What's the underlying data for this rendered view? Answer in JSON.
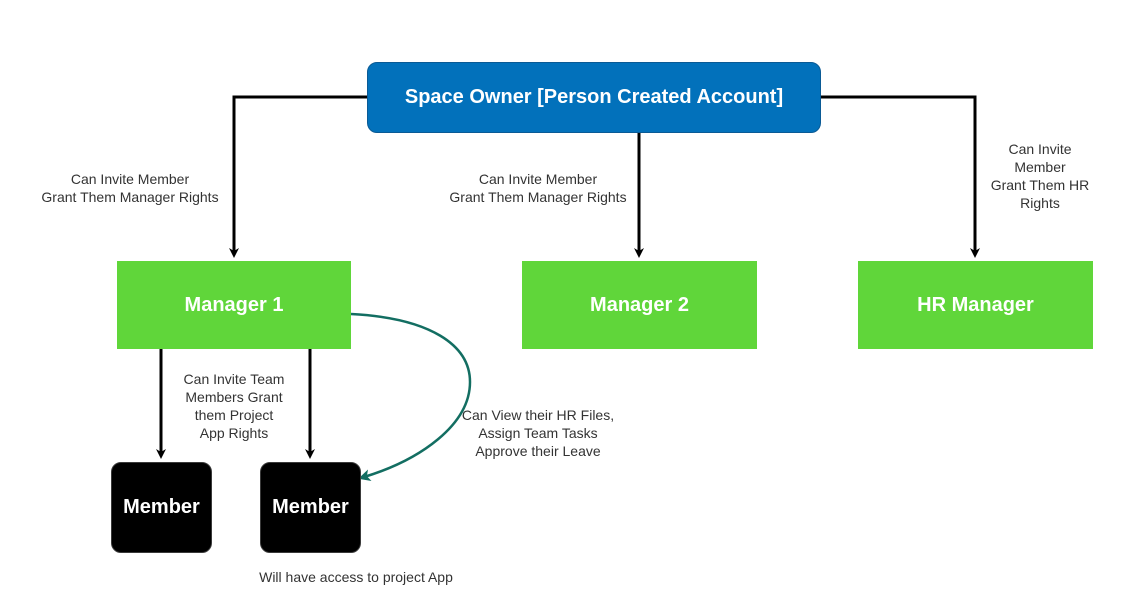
{
  "colors": {
    "owner_fill": "#0271bb",
    "manager_fill": "#60d63a",
    "member_fill": "#000000",
    "edge": "#000000",
    "curved_edge": "#136e62"
  },
  "nodes": {
    "owner": "Space Owner [Person Created Account]",
    "manager1": "Manager 1",
    "manager2": "Manager 2",
    "hr_manager": "HR Manager",
    "member1": "Member",
    "member2": "Member"
  },
  "edge_labels": {
    "owner_to_manager1": "Can Invite Member\nGrant Them Manager Rights",
    "owner_to_manager2": "Can Invite Member\nGrant Them Manager Rights",
    "owner_to_hr": "Can Invite\nMember\nGrant Them HR\nRights",
    "manager1_to_members": "Can Invite Team\nMembers Grant\nthem Project\nApp Rights",
    "manager1_view": "Can View their HR Files,\nAssign Team Tasks\nApprove their Leave",
    "member_access": "Will have access to project App"
  }
}
